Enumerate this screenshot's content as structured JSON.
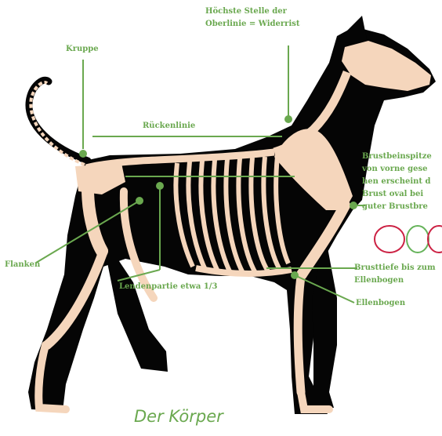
{
  "labels": {
    "wither": [
      "Höchste Stelle der",
      "Oberlinie = Widerrist"
    ],
    "croup": "Kruppe",
    "back": "Rückenlinie",
    "chest": [
      "Brustbeinspitze",
      "von vorne gese",
      "hen erscheint d",
      "Brust oval bei",
      "guter Brustbre"
    ],
    "flank": "Flanken",
    "loin": "Lendenpartie etwa 1/3",
    "depth": [
      "Brusttiefe bis zum",
      "Ellenbogen"
    ],
    "elbow": "Ellenbogen"
  },
  "caption": "Der Körper",
  "colors": {
    "accent": "#6aa84f",
    "dog": "#050505",
    "bone": "#f5d6bc",
    "circle_red": "#cc2244",
    "circle_green": "#66b35a"
  }
}
